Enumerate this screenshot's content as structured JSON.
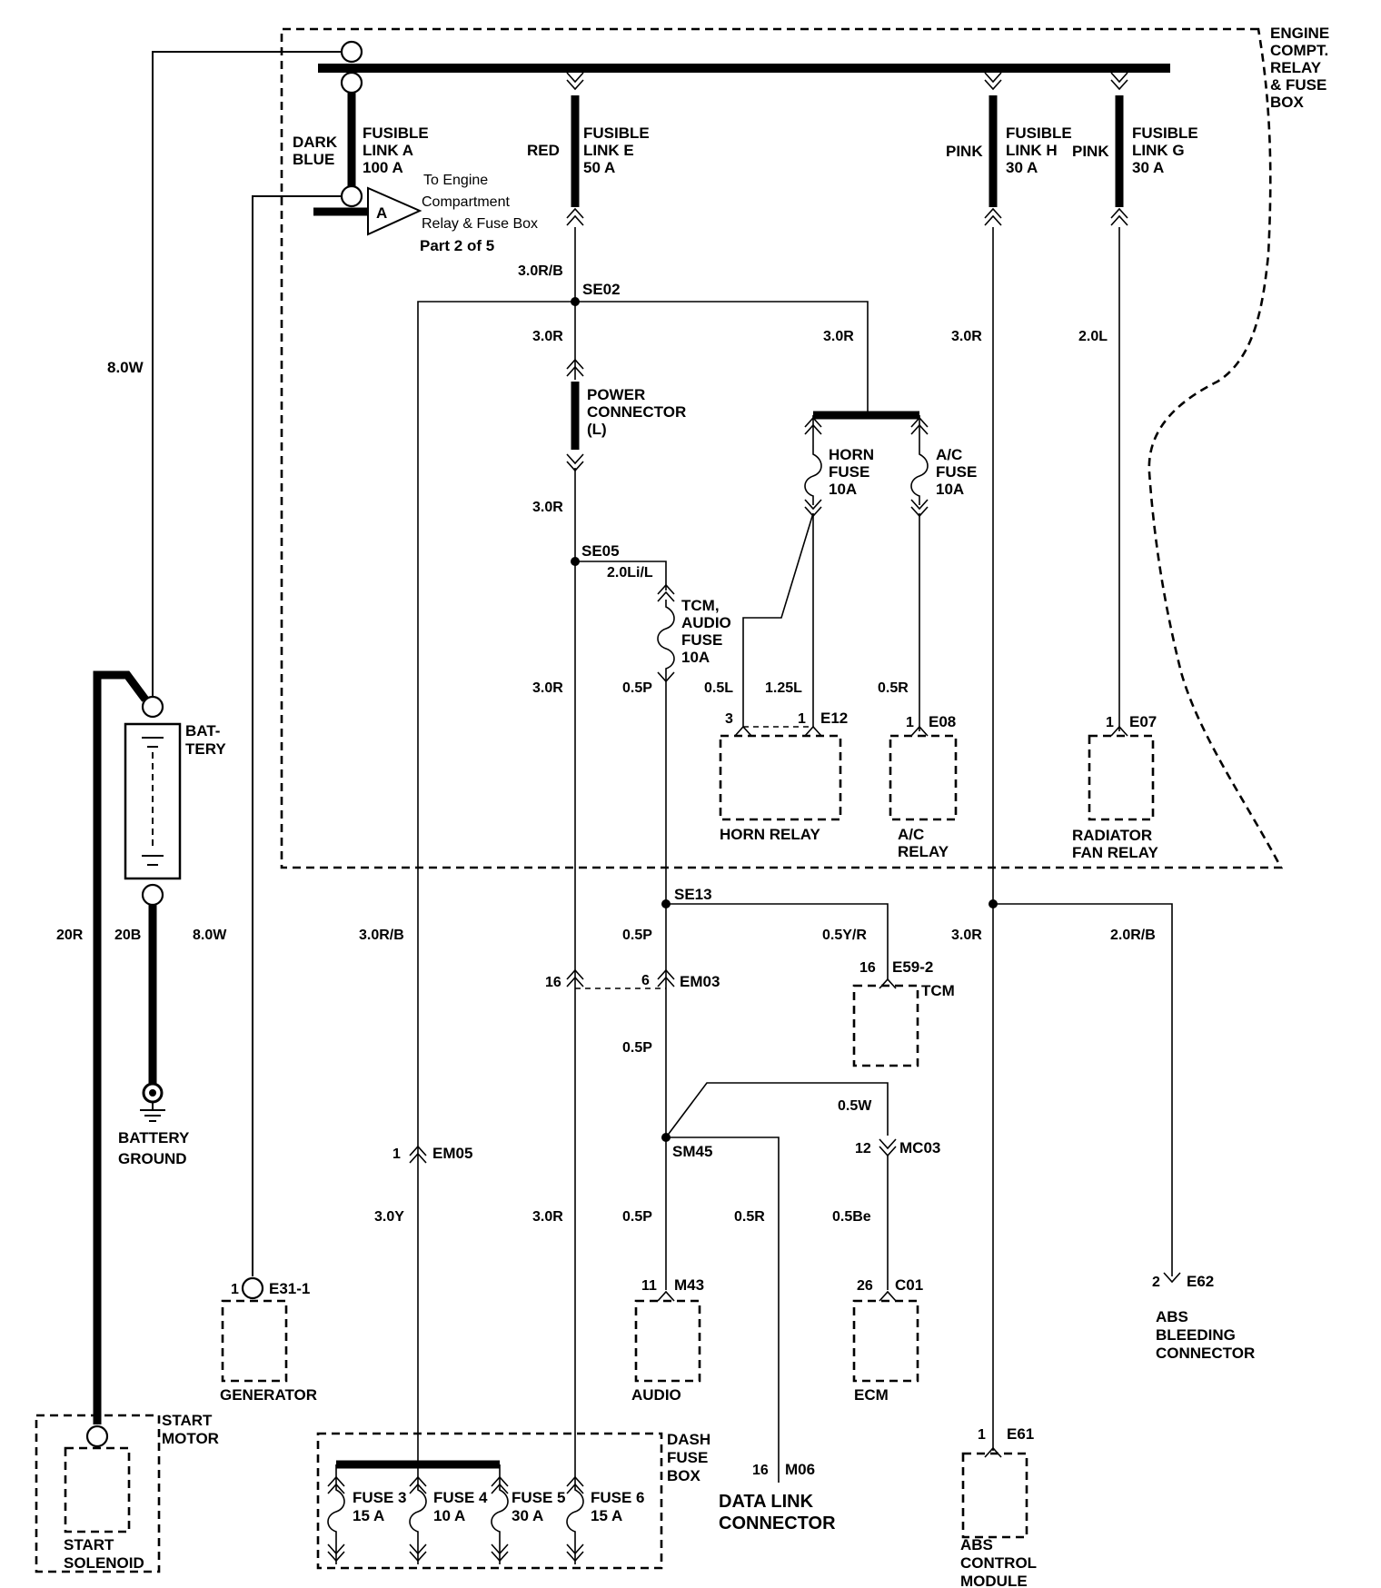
{
  "engine_box": {
    "line1": "ENGINE",
    "line2": "COMPT.",
    "line3": "RELAY",
    "line4": "& FUSE",
    "line5": "BOX"
  },
  "fusible_a": {
    "color_line1": "DARK",
    "color_line2": "BLUE",
    "line1": "FUSIBLE",
    "line2": "LINK A",
    "line3": "100 A"
  },
  "fusible_e": {
    "color": "RED",
    "line1": "FUSIBLE",
    "line2": "LINK E",
    "line3": "50 A"
  },
  "fusible_h": {
    "color": "PINK",
    "line1": "FUSIBLE",
    "line2": "LINK H",
    "line3": "30 A"
  },
  "fusible_g": {
    "color": "PINK",
    "line1": "FUSIBLE",
    "line2": "LINK G",
    "line3": "30 A"
  },
  "connector_a": {
    "letter": "A",
    "line1": "To  Engine",
    "line2": "Compartment",
    "line3": "Relay & Fuse Box",
    "line4": "Part 2 of 5"
  },
  "wires": {
    "w_8_0w_top": "8.0W",
    "w_3_0rb_top": "3.0R/B",
    "w_3_0r_a": "3.0R",
    "w_3_0r_b": "3.0R",
    "w_3_0r_c": "3.0R",
    "w_2_0l": "2.0L",
    "w_3_0r_d": "3.0R",
    "w_2_0lil": "2.0Li/L",
    "w_3_0r_e": "3.0R",
    "w_0_5p_a": "0.5P",
    "w_0_5l": "0.5L",
    "w_1_25l": "1.25L",
    "w_0_5r": "0.5R",
    "w_20r": "20R",
    "w_20b": "20B",
    "w_8_0w_low": "8.0W",
    "w_3_0rb_low": "3.0R/B",
    "w_0_5p_b": "0.5P",
    "w_0_5yr": "0.5Y/R",
    "w_3_0r_f": "3.0R",
    "w_2_0rb": "2.0R/B",
    "w_0_5p_c": "0.5P",
    "w_0_5w": "0.5W",
    "w_3_0y": "3.0Y",
    "w_3_0r_g": "3.0R",
    "w_0_5p_d": "0.5P",
    "w_0_5r2": "0.5R",
    "w_0_5be": "0.5Be"
  },
  "splices": {
    "se02": "SE02",
    "se05": "SE05",
    "se13": "SE13",
    "sm45": "SM45"
  },
  "power_connector": {
    "line1": "POWER",
    "line2": "CONNECTOR",
    "line3": "(L)"
  },
  "horn_fuse": {
    "line1": "HORN",
    "line2": "FUSE",
    "line3": "10A"
  },
  "ac_fuse": {
    "line1": "A/C",
    "line2": "FUSE",
    "line3": "10A"
  },
  "tcm_fuse": {
    "line1": "TCM,",
    "line2": "AUDIO",
    "line3": "FUSE",
    "line4": "10A"
  },
  "horn_relay": {
    "pin_a": "3",
    "pin_b": "1",
    "connector": "E12",
    "label": "HORN RELAY"
  },
  "ac_relay": {
    "pin": "1",
    "connector": "E08",
    "line1": "A/C",
    "line2": "RELAY"
  },
  "radiator_relay": {
    "pin": "1",
    "connector": "E07",
    "line1": "RADIATOR",
    "line2": "FAN RELAY"
  },
  "battery": {
    "line1": "BAT-",
    "line2": "TERY"
  },
  "battery_ground": {
    "line1": "BATTERY",
    "line2": "GROUND"
  },
  "em03": {
    "pin_a": "16",
    "pin_b": "6",
    "connector": "EM03"
  },
  "tcm": {
    "pin": "16",
    "connector": "E59-2",
    "label": "TCM"
  },
  "mc03": {
    "pin": "12",
    "connector": "MC03"
  },
  "em05": {
    "pin": "1",
    "connector": "EM05"
  },
  "generator": {
    "pin": "1",
    "connector": "E31-1",
    "label": "GENERATOR"
  },
  "audio": {
    "pin": "11",
    "connector": "M43",
    "label": "AUDIO"
  },
  "ecm": {
    "pin": "26",
    "connector": "C01",
    "label": "ECM"
  },
  "abs_bleed": {
    "pin": "2",
    "connector": "E62",
    "line1": "ABS",
    "line2": "BLEEDING",
    "line3": "CONNECTOR"
  },
  "start_motor": {
    "line1": "START",
    "line2": "MOTOR"
  },
  "start_solenoid": {
    "line1": "START",
    "line2": "SOLENOID"
  },
  "dash_box": {
    "line1": "DASH",
    "line2": "FUSE",
    "line3": "BOX"
  },
  "fuse3": {
    "line1": "FUSE 3",
    "line2": "15 A"
  },
  "fuse4": {
    "line1": "FUSE 4",
    "line2": "10 A"
  },
  "fuse5": {
    "line1": "FUSE 5",
    "line2": "30 A"
  },
  "fuse6": {
    "line1": "FUSE 6",
    "line2": "15 A"
  },
  "data_link": {
    "pin": "16",
    "connector": "M06",
    "line1": "DATA LINK",
    "line2": "CONNECTOR"
  },
  "abs_module": {
    "pin": "1",
    "connector": "E61",
    "line1": "ABS",
    "line2": "CONTROL",
    "line3": "MODULE"
  }
}
